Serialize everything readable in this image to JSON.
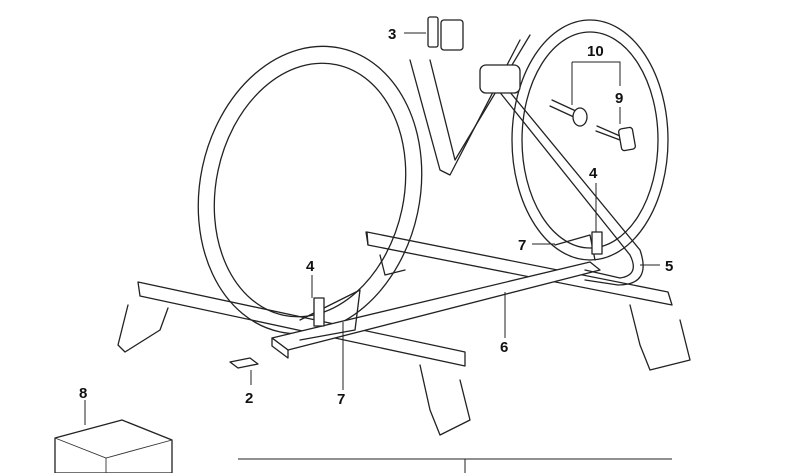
{
  "diagram": {
    "title": "Bicycle roof rack parts diagram",
    "callouts": [
      {
        "id": "c3",
        "label": "3",
        "part": "clip sleeves"
      },
      {
        "id": "c10",
        "label": "10",
        "part": "lock set"
      },
      {
        "id": "c9",
        "label": "9",
        "part": "key"
      },
      {
        "id": "c4a",
        "label": "4",
        "part": "wheel strap (front)"
      },
      {
        "id": "c4b",
        "label": "4",
        "part": "wheel strap (rear)"
      },
      {
        "id": "c7a",
        "label": "7",
        "part": "wheel tray"
      },
      {
        "id": "c7b",
        "label": "7",
        "part": "wheel tray"
      },
      {
        "id": "c5",
        "label": "5",
        "part": "frame holder arm"
      },
      {
        "id": "c6",
        "label": "6",
        "part": "rail"
      },
      {
        "id": "c2",
        "label": "2",
        "part": "end cap"
      },
      {
        "id": "c8",
        "label": "8",
        "part": "package box"
      }
    ]
  }
}
